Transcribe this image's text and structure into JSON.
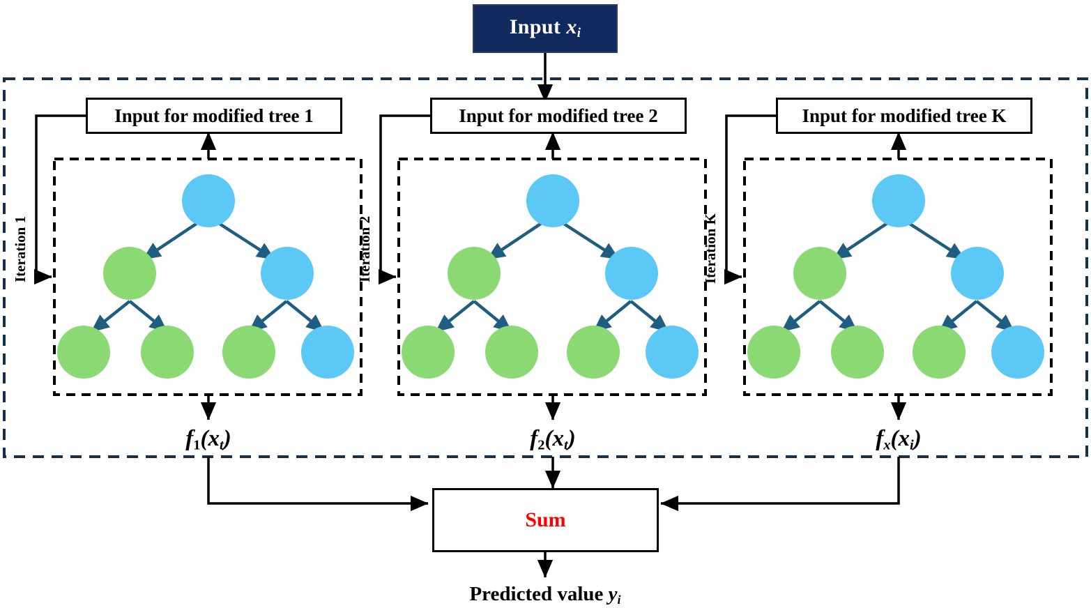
{
  "diagram": {
    "title_box": {
      "label_prefix": "Input ",
      "label_var": "x",
      "label_sub": "i"
    },
    "outer_loop_boxes": [
      {
        "label": "Input for modified tree 1",
        "iteration_label": "Iteration 1"
      },
      {
        "label": "Input for modified tree 2",
        "iteration_label": "Iteration 2"
      },
      {
        "label": "Input for modified tree K",
        "iteration_label": "Iteration K"
      }
    ],
    "outputs": [
      {
        "fn": "f",
        "fn_sub": "1",
        "arg": "x",
        "arg_sub": "t"
      },
      {
        "fn": "f",
        "fn_sub": "2",
        "arg": "x",
        "arg_sub": "t"
      },
      {
        "fn": "f",
        "fn_sub": "x",
        "arg": "x",
        "arg_sub": "i"
      }
    ],
    "sum_box": {
      "label": "Sum"
    },
    "final_output": {
      "prefix": "Predicted value ",
      "var": "y",
      "sub": "i"
    },
    "tree": {
      "levels": [
        [
          "blue"
        ],
        [
          "green",
          "blue"
        ],
        [
          "green",
          "green",
          "green",
          "blue"
        ]
      ]
    },
    "colors": {
      "navy": "#11295C",
      "node_blue": "#5BC8F5",
      "node_green": "#8BD973",
      "edge": "#1F5E80",
      "outer_dash": "#14304A",
      "inner_dash": "#000000",
      "arrow": "#000000",
      "sum_text": "#FF0000"
    }
  }
}
